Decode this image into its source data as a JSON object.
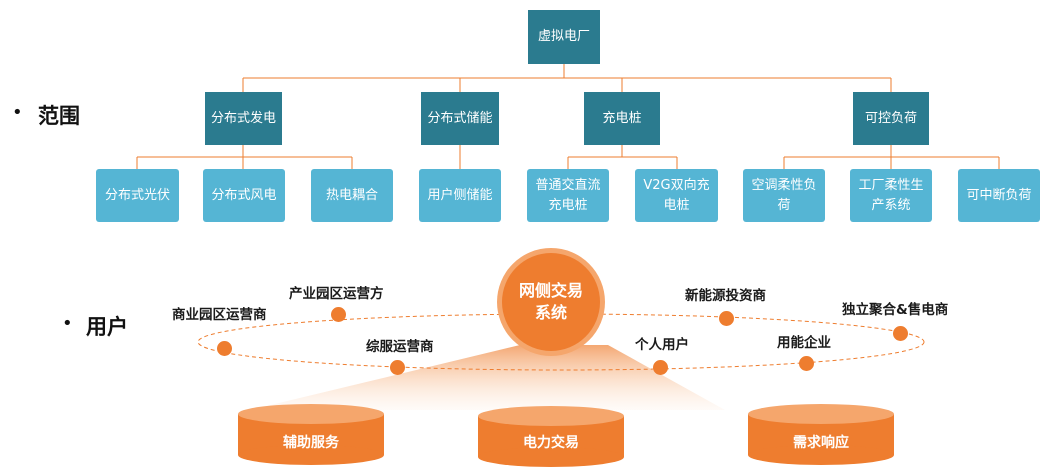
{
  "root": "虚拟电厂",
  "bullets": {
    "scope": "范围",
    "users": "用户",
    "mark": "•"
  },
  "categories": [
    {
      "label": "分布式发电",
      "children": [
        "分布式光伏",
        "分布式风电",
        "热电耦合"
      ]
    },
    {
      "label": "分布式储能",
      "children": [
        "用户侧储能"
      ]
    },
    {
      "label": "充电桩",
      "children": [
        "普通交直流\n充电桩",
        "V2G双向充\n电桩"
      ]
    },
    {
      "label": "可控负荷",
      "children": [
        "空调柔性负\n荷",
        "工厂柔性生\n产系统",
        "可中断负荷"
      ]
    }
  ],
  "hub": "网侧交易\n系统",
  "users": [
    "商业园区运营商",
    "产业园区运营方",
    "综服运营商",
    "个人用户",
    "新能源投资商",
    "用能企业",
    "独立聚合&售电商"
  ],
  "services": [
    "辅助服务",
    "电力交易",
    "需求响应"
  ],
  "colors": {
    "dark_box": "#2b7b8f",
    "light_box": "#55b5d4",
    "accent": "#ee7d2f",
    "line": "#ee7d2f"
  }
}
